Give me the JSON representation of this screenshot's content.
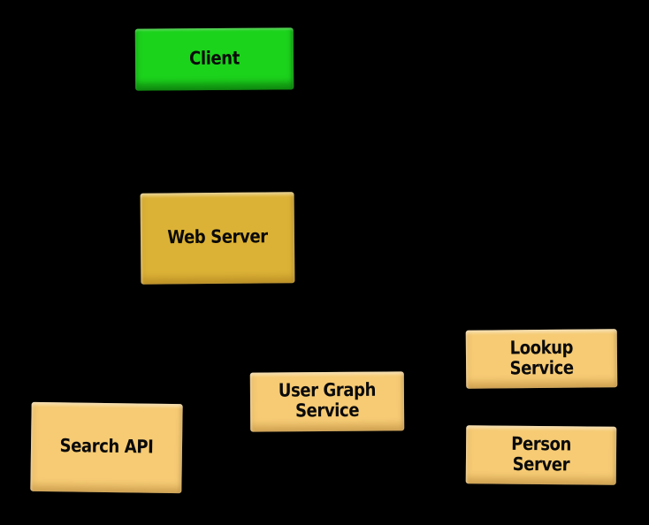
{
  "canvas": {
    "background": "#000000",
    "text_color": "#0a0a0a"
  },
  "colors": {
    "client_green": "#1cd31c",
    "web_server_gold": "#dcb236",
    "service_tan": "#f6cb74"
  },
  "nodes": [
    {
      "id": "client",
      "label": "Client",
      "fill": "#1cd31c"
    },
    {
      "id": "web-server",
      "label": "Web Server",
      "fill": "#dcb236"
    },
    {
      "id": "search-api",
      "label": "Search API",
      "fill": "#f6cb74"
    },
    {
      "id": "user-graph-service",
      "label": "User Graph\nService",
      "fill": "#f6cb74"
    },
    {
      "id": "lookup-service",
      "label": "Lookup\nService",
      "fill": "#f6cb74"
    },
    {
      "id": "person-server",
      "label": "Person\nServer",
      "fill": "#f6cb74"
    }
  ]
}
